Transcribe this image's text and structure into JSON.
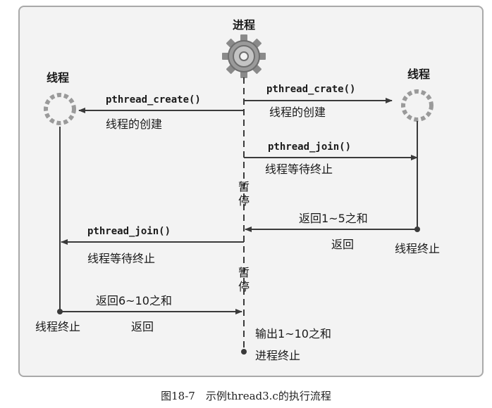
{
  "process": {
    "label": "进程",
    "end_label": "进程终止",
    "pause1": "暂停",
    "pause2": "暂停",
    "sum_output": "输出1~10之和"
  },
  "left_thread": {
    "label": "线程",
    "end_label": "线程终止"
  },
  "right_thread": {
    "label": "线程",
    "end_label": "线程终止"
  },
  "arrows": {
    "create_right": {
      "func": "pthread_crate()",
      "desc": "线程的创建"
    },
    "create_left": {
      "func": "pthread_create()",
      "desc": "线程的创建"
    },
    "join_right": {
      "func": "pthread_join()",
      "desc": "线程等待终止"
    },
    "return_right": {
      "value": "返回1~5之和",
      "desc": "返回"
    },
    "join_left": {
      "func": "pthread_join()",
      "desc": "线程等待终止"
    },
    "return_left": {
      "value": "返回6~10之和",
      "desc": "返回"
    }
  },
  "caption": "图18-7　示例thread3.c的执行流程",
  "colors": {
    "line": "#3a3a3a",
    "gear": "#8a8a8a",
    "frame": "#a9a9a9",
    "panel": "#f3f3f3"
  }
}
